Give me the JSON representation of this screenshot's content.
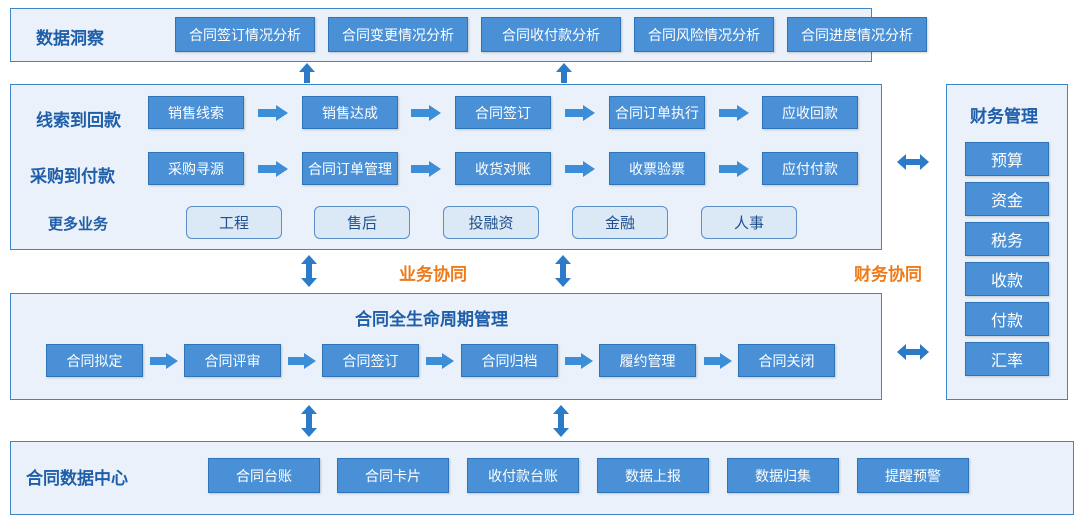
{
  "insight": {
    "title": "数据洞察",
    "items": [
      "合同签订情况分析",
      "合同变更情况分析",
      "合同收付款分析",
      "合同风险情况分析",
      "合同进度情况分析"
    ]
  },
  "business": {
    "row1_title": "线索到回款",
    "row1": [
      "销售线索",
      "销售达成",
      "合同签订",
      "合同订单执行",
      "应收回款"
    ],
    "row2_title": "采购到付款",
    "row2": [
      "采购寻源",
      "合同订单管理",
      "收货对账",
      "收票验票",
      "应付付款"
    ],
    "row3_title": "更多业务",
    "row3": [
      "工程",
      "售后",
      "投融资",
      "金融",
      "人事"
    ]
  },
  "labels": {
    "business_collab": "业务协同",
    "finance_collab": "财务协同"
  },
  "finance": {
    "title": "财务管理",
    "items": [
      "预算",
      "资金",
      "税务",
      "收款",
      "付款",
      "汇率"
    ]
  },
  "lifecycle": {
    "title": "合同全生命周期管理",
    "items": [
      "合同拟定",
      "合同评审",
      "合同签订",
      "合同归档",
      "履约管理",
      "合同关闭"
    ]
  },
  "datacenter": {
    "title": "合同数据中心",
    "items": [
      "合同台账",
      "合同卡片",
      "收付款台账",
      "数据上报",
      "数据归集",
      "提醒预警"
    ]
  },
  "colors": {
    "panel_bg": "#eaf1fa",
    "panel_border": "#3f86c6",
    "box_fill": "#4a90d6",
    "title_text": "#1f5ea8",
    "arrow": "#2b7bc8",
    "highlight_text": "#ef7a1a"
  }
}
